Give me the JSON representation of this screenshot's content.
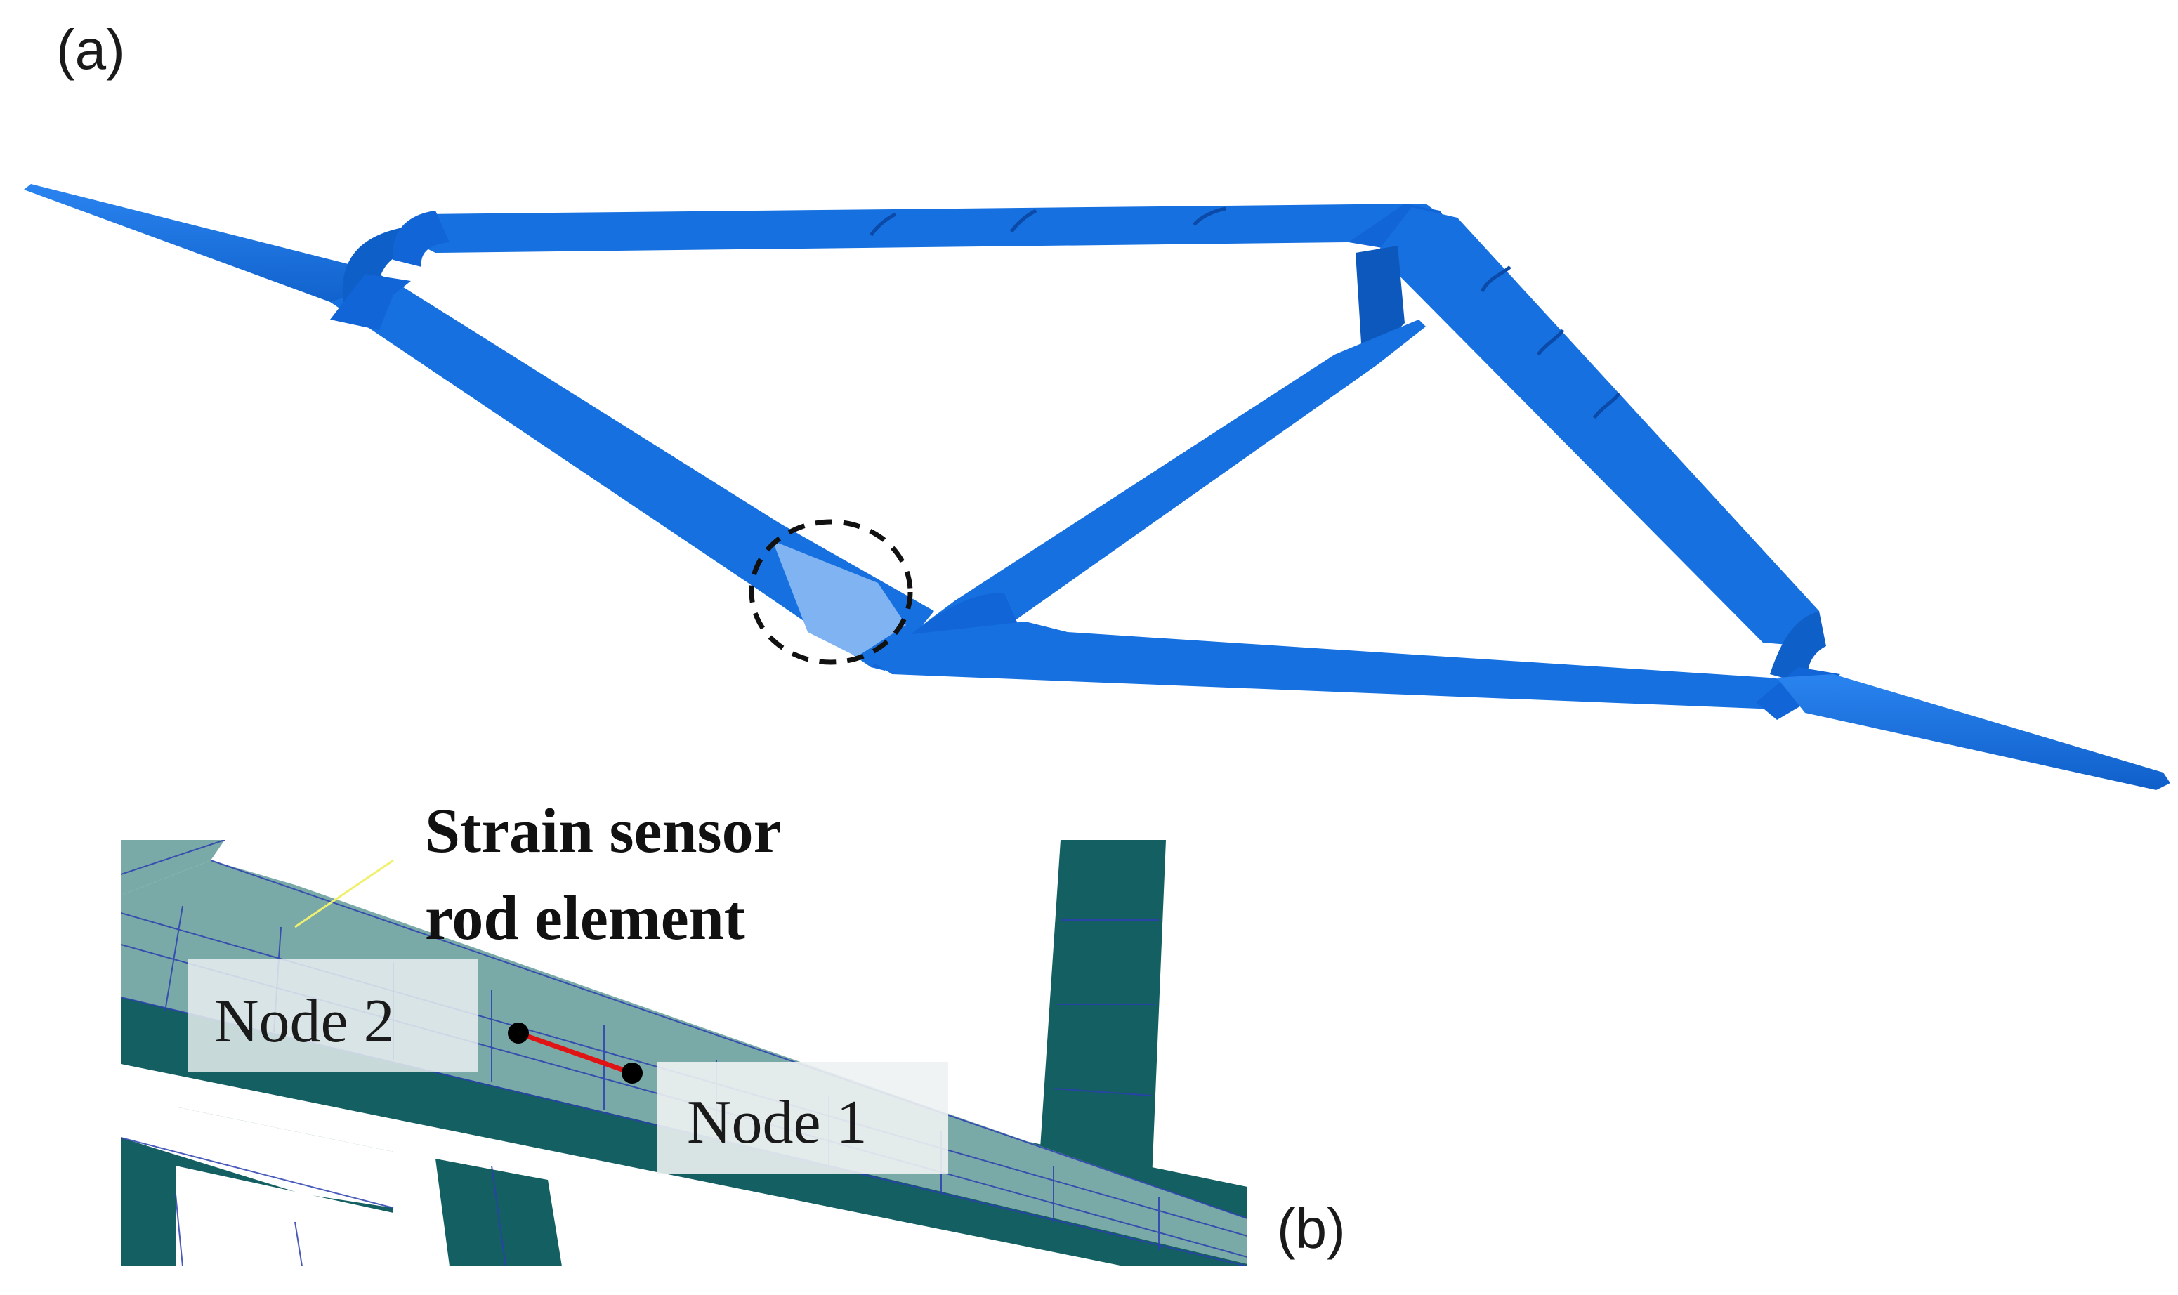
{
  "panel_a": {
    "label": "(a)"
  },
  "panel_b": {
    "label": "(b)",
    "callout_line1": "Strain sensor",
    "callout_line2": "rod element",
    "node2_label": "Node 2",
    "node1_label": "Node 1"
  },
  "colors": {
    "aircraft_blue": "#1670e0",
    "aircraft_highlight": "#7fb3f2",
    "mesh_dark": "#135f62",
    "mesh_light": "#7aaaa7",
    "mesh_line": "#2b3fb0",
    "rod_red": "#e01414",
    "node_black": "#000000"
  }
}
